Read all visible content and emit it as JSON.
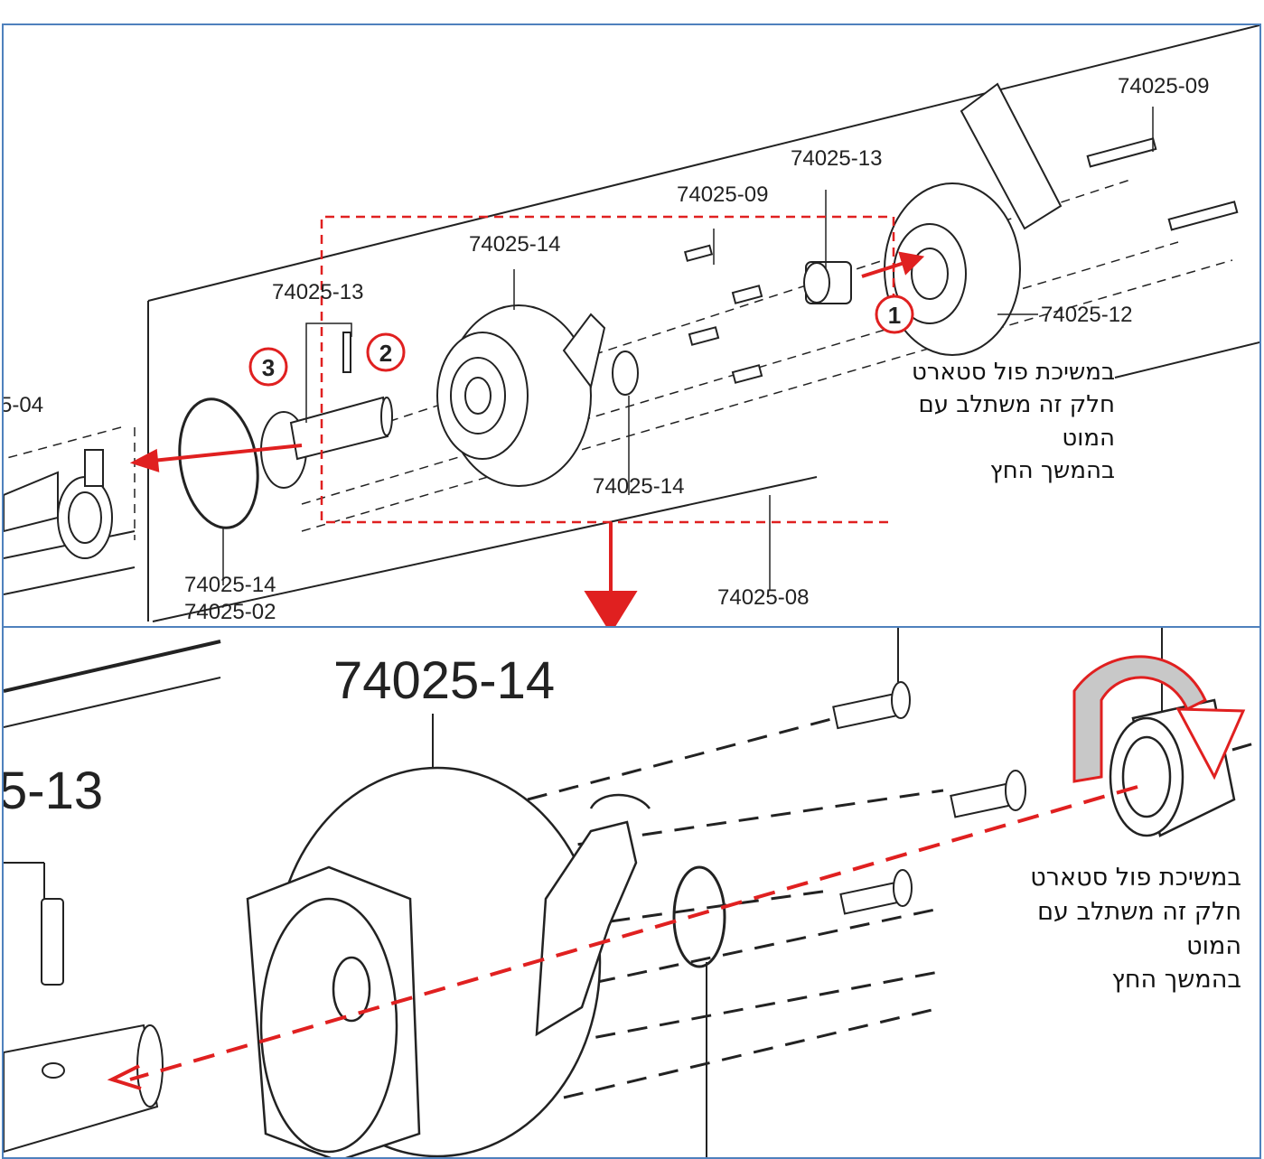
{
  "top_panel": {
    "part_labels": {
      "p09_top": "74025-09",
      "p13_right": "74025-13",
      "p09_mid": "74025-09",
      "p14_body": "74025-14",
      "p13_left": "74025-13",
      "p04": "5-04",
      "p12": "74025-12",
      "p14_oring": "74025-14",
      "p14_ring": "74025-14",
      "p02_ring": "74025-02",
      "p08": "74025-08"
    },
    "step_markers": [
      "1",
      "2",
      "3"
    ],
    "note_lines": [
      "במשיכת פול סטארט",
      "חלק זה משתלב עם",
      "המוט",
      "בהמשך החץ"
    ]
  },
  "bottom_panel": {
    "part_labels": {
      "p14_large": "74025-14",
      "p13_partial": "5-13"
    },
    "note_lines": [
      "במשיכת פול סטארט",
      "חלק זה משתלב עם",
      "המוט",
      "בהמשך החץ"
    ]
  },
  "colors": {
    "frame": "#4f81bd",
    "highlight": "#e02020",
    "ink": "#222222"
  }
}
